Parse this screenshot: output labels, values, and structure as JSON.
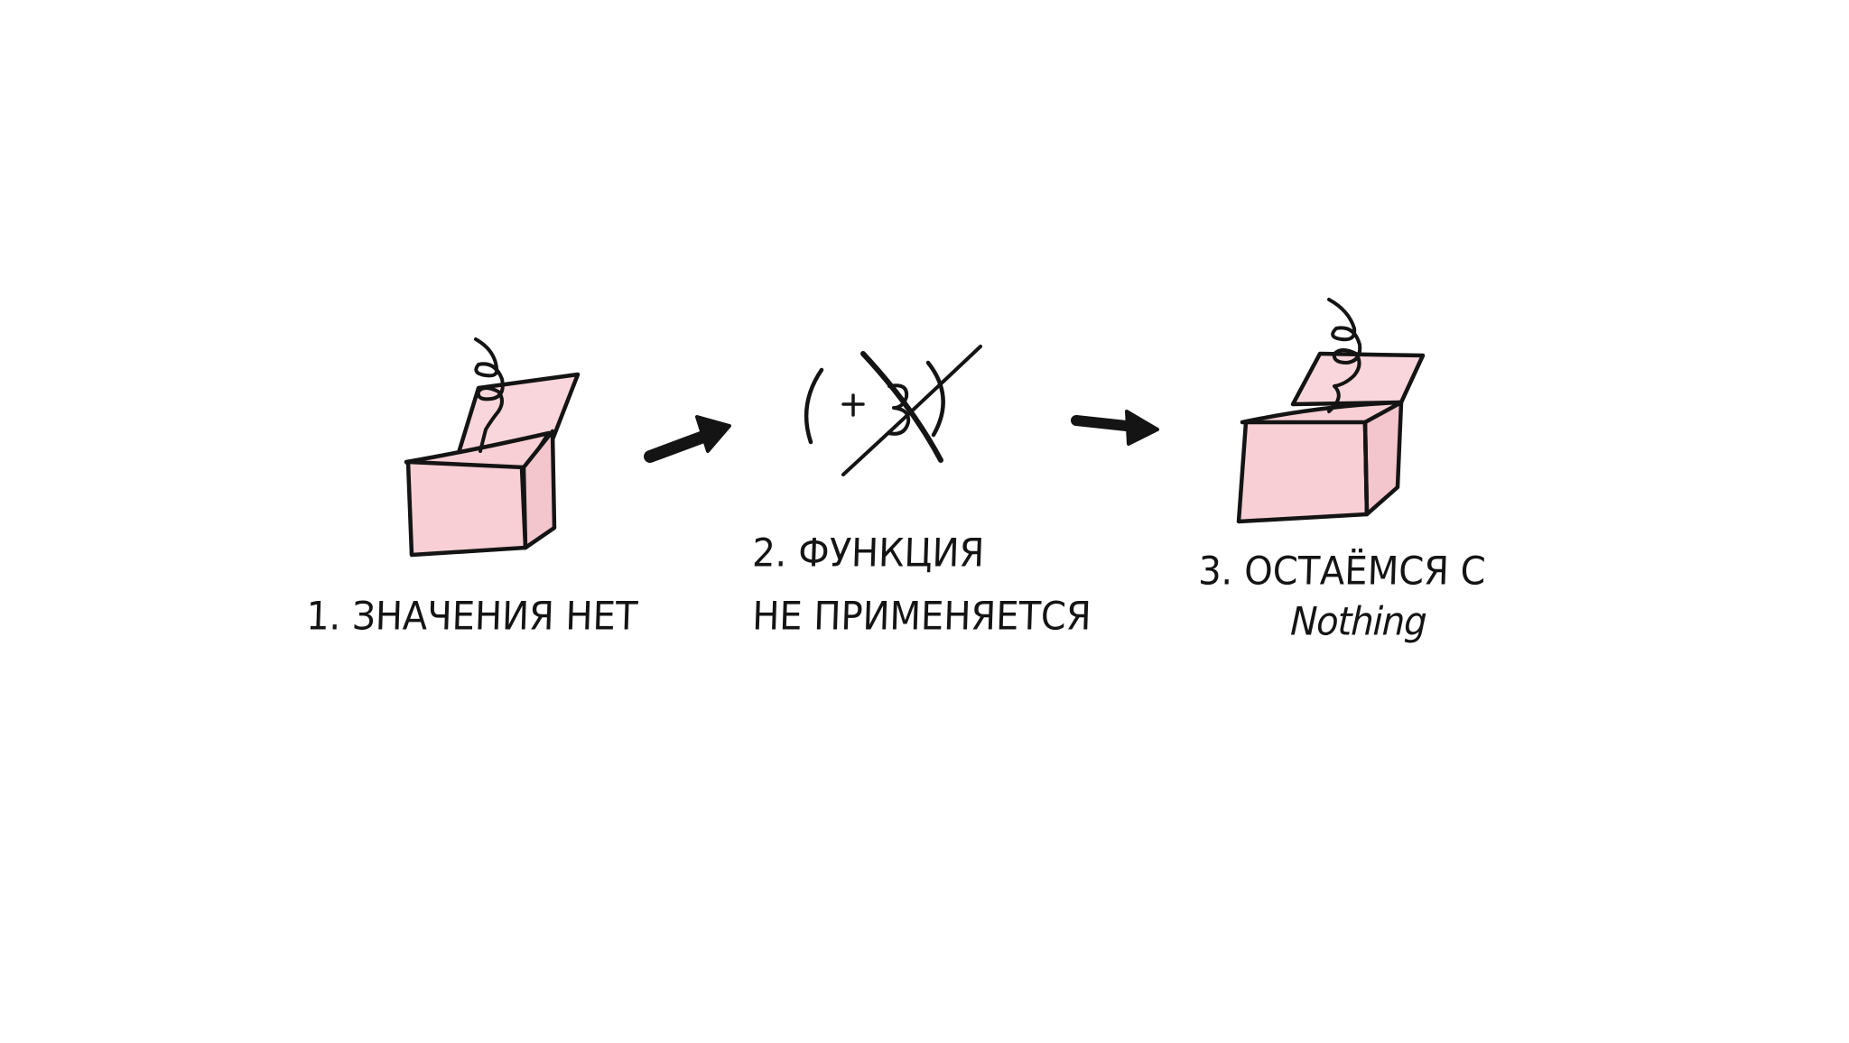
{
  "steps": [
    {
      "line1": "1. ЗНАЧЕНИЯ НЕТ"
    },
    {
      "line1": "2. ФУНКЦИЯ",
      "line2": "НЕ ПРИМЕНЯЕТСЯ",
      "function_symbol": "(+3)"
    },
    {
      "line1": "3. ОСТАЁМСЯ С",
      "line2": "Nothing"
    }
  ],
  "colors": {
    "background": "#ffffff",
    "ink": "#141414",
    "box_fill": "#f7cfd4",
    "box_lid_fill": "#f9d6db"
  },
  "icons": [
    "empty-box-icon",
    "arrow-right-icon",
    "crossed-out-function-icon",
    "arrow-right-icon",
    "empty-box-icon"
  ]
}
